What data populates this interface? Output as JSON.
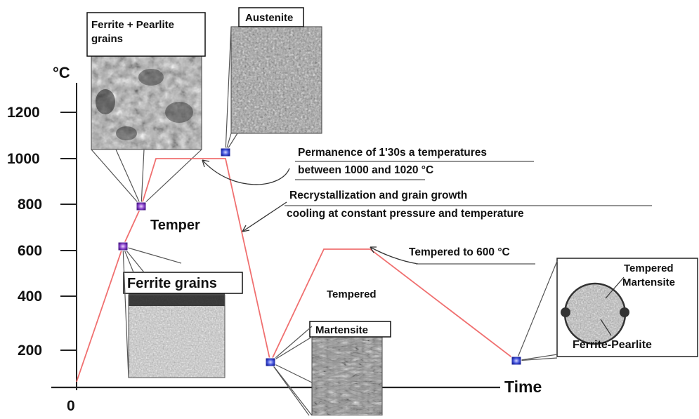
{
  "axis": {
    "y_unit": "°C",
    "y_ticks": [
      "1200",
      "1000",
      "800",
      "600",
      "400",
      "200"
    ],
    "origin": "0",
    "x_title": "Time"
  },
  "labels": {
    "ferrite_pearlite": "Ferrite + Pearlite grains",
    "austenite": "Austenite",
    "ferrite_grains": "Ferrite grains",
    "martensite": "Martensite",
    "tempered_martensite": "Tempered Martensite",
    "ferrite_pearlite_inset": "Ferrite-Pearlite",
    "temper": "Temper",
    "tempered": "Tempered"
  },
  "annotations": {
    "permanence_line1": "Permanence of 1'30s a temperatures",
    "permanence_line2": "between 1000 and 1020 °C",
    "recryst_line1": "Recrystallization and grain growth",
    "recryst_line2": "cooling at constant pressure and temperature",
    "tempered_to": "Tempered to 600 °C"
  },
  "colors": {
    "curve": "#f07070",
    "marker": "#2233bb",
    "marker_alt": "#7a3fb8",
    "micro_gray": "#9a9a9a"
  }
}
